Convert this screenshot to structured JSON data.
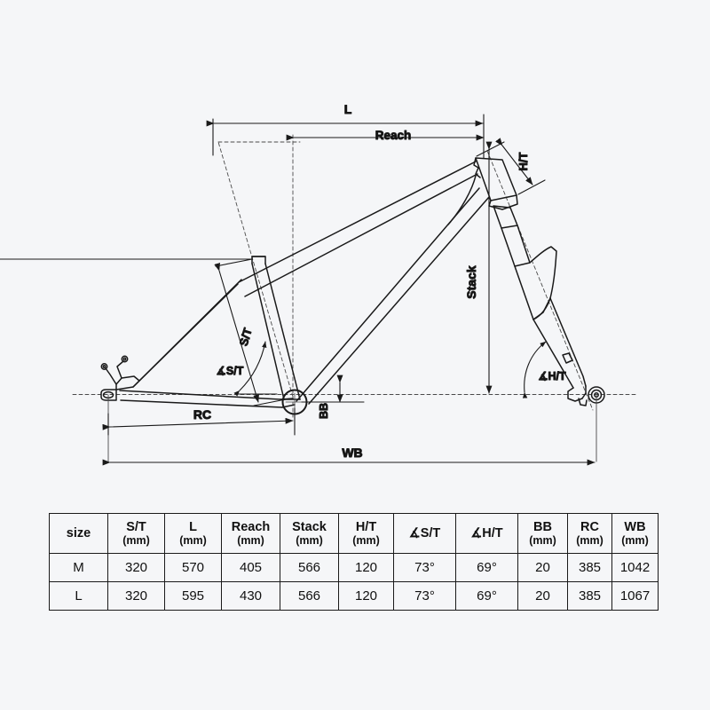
{
  "background_color": "#f5f6f8",
  "line_color": "#1a1a1a",
  "diagram": {
    "title": "Bicycle frame geometry diagram",
    "dimension_labels": {
      "l": "L",
      "reach": "Reach",
      "stack": "Stack",
      "head_tube": "H/T",
      "seat_tube": "S/T",
      "seat_tube_angle": "∡S/T",
      "head_tube_angle": "∡H/T",
      "bottom_bracket": "BB",
      "rear_center": "RC",
      "wheelbase": "WB"
    }
  },
  "table": {
    "headers": [
      {
        "name": "size",
        "unit": ""
      },
      {
        "name": "S/T",
        "unit": "(mm)"
      },
      {
        "name": "L",
        "unit": "(mm)"
      },
      {
        "name": "Reach",
        "unit": "(mm)"
      },
      {
        "name": "Stack",
        "unit": "(mm)"
      },
      {
        "name": "H/T",
        "unit": "(mm)"
      },
      {
        "name": "∡S/T",
        "unit": ""
      },
      {
        "name": "∡H/T",
        "unit": ""
      },
      {
        "name": "BB",
        "unit": "(mm)"
      },
      {
        "name": "RC",
        "unit": "(mm)"
      },
      {
        "name": "WB",
        "unit": "(mm)"
      }
    ],
    "rows": [
      {
        "size": "M",
        "st": "320",
        "l": "570",
        "reach": "405",
        "stack": "566",
        "ht": "120",
        "st_angle": "73°",
        "ht_angle": "69°",
        "bb": "20",
        "rc": "385",
        "wb": "1042"
      },
      {
        "size": "L",
        "st": "320",
        "l": "595",
        "reach": "430",
        "stack": "566",
        "ht": "120",
        "st_angle": "73°",
        "ht_angle": "69°",
        "bb": "20",
        "rc": "385",
        "wb": "1067"
      }
    ]
  },
  "chart_data": {
    "type": "table",
    "title": "Bicycle frame geometry",
    "categories": [
      "M",
      "L"
    ],
    "series": [
      {
        "name": "S/T (mm)",
        "values": [
          320,
          320
        ]
      },
      {
        "name": "L (mm)",
        "values": [
          570,
          595
        ]
      },
      {
        "name": "Reach (mm)",
        "values": [
          405,
          430
        ]
      },
      {
        "name": "Stack (mm)",
        "values": [
          566,
          566
        ]
      },
      {
        "name": "H/T (mm)",
        "values": [
          120,
          120
        ]
      },
      {
        "name": "∡S/T (deg)",
        "values": [
          73,
          73
        ]
      },
      {
        "name": "∡H/T (deg)",
        "values": [
          69,
          69
        ]
      },
      {
        "name": "BB (mm)",
        "values": [
          20,
          20
        ]
      },
      {
        "name": "RC (mm)",
        "values": [
          385,
          385
        ]
      },
      {
        "name": "WB (mm)",
        "values": [
          1042,
          1067
        ]
      }
    ]
  }
}
